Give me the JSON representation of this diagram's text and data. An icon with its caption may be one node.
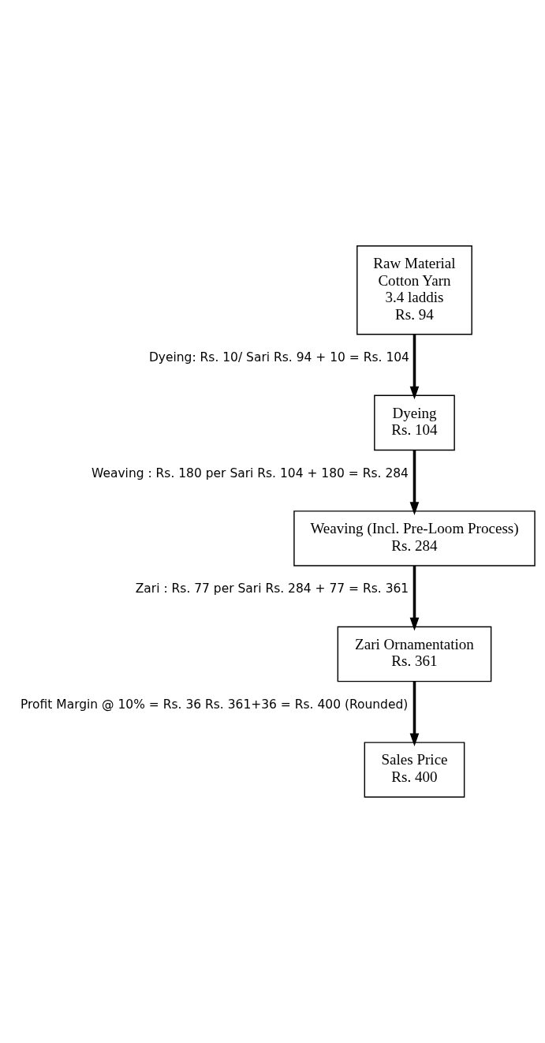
{
  "diagram": {
    "nodes": [
      {
        "text": [
          "Raw Material",
          "Cotton Yarn",
          "3.4 laddis",
          "Rs. 94"
        ]
      },
      {
        "text": [
          "Dyeing",
          "Rs. 104"
        ]
      },
      {
        "text": [
          "Weaving (Incl. Pre-Loom Process)",
          "Rs. 284"
        ]
      },
      {
        "text": [
          "Zari Ornamentation",
          "Rs. 361"
        ]
      },
      {
        "text": [
          "Sales Price",
          "Rs. 400"
        ]
      }
    ],
    "edges": [
      {
        "from": 0,
        "to": 1,
        "arrow": "to",
        "label": "Dyeing: Rs. 10/ Sari Rs. 94 + 10 = Rs. 104"
      },
      {
        "from": 1,
        "to": 2,
        "arrow": "to",
        "label": "Weaving : Rs. 180 per Sari Rs. 104 + 180 = Rs. 284"
      },
      {
        "from": 2,
        "to": 3,
        "arrow": "to",
        "label": "Zari : Rs. 77 per Sari Rs. 284 + 77 = Rs. 361"
      },
      {
        "from": 3,
        "to": 4,
        "arrow": "to",
        "label": "Profit Margin @ 10% = Rs. 36 Rs. 361+36 = Rs. 400 (Rounded)"
      }
    ]
  }
}
